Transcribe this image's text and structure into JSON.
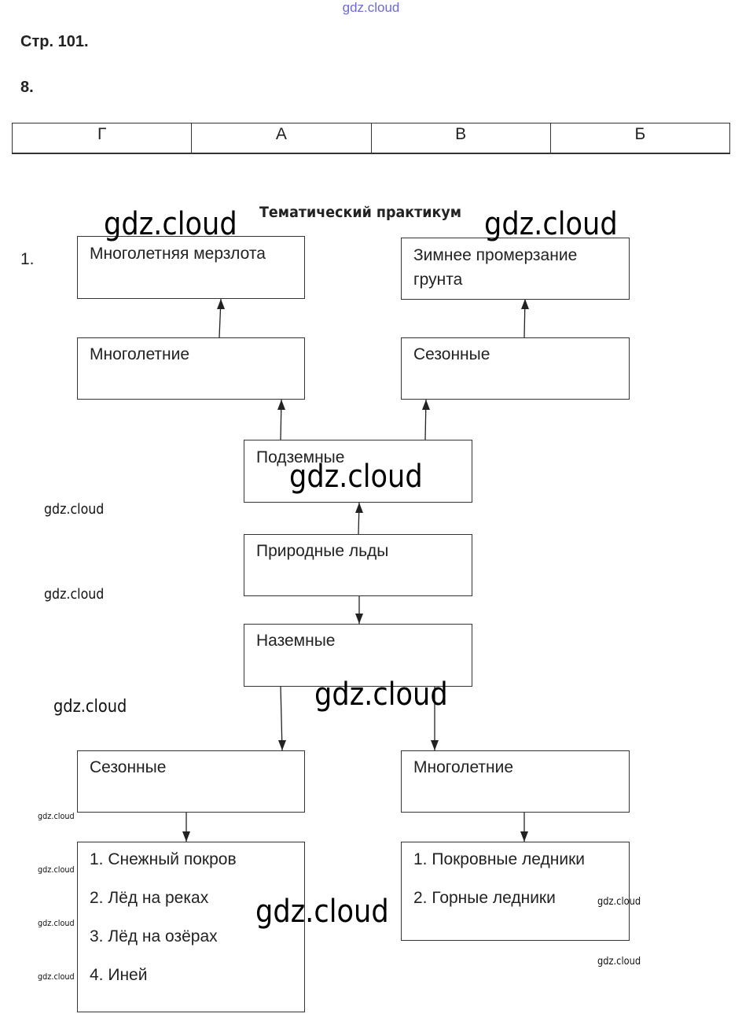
{
  "watermark_top": "gdz.cloud",
  "page_label": "Стр. 101.",
  "task8": {
    "number": "8.",
    "answers": [
      "Г",
      "А",
      "В",
      "Б"
    ]
  },
  "section_title": "Тематический практикум",
  "task1": {
    "number": "1.",
    "diagram": {
      "root": "Природные льды",
      "underground": "Подземные",
      "underground_perennial": "Многолетние",
      "underground_perennial_result": "Многолетняя мерзлота",
      "underground_seasonal": "Сезонные",
      "underground_seasonal_result": [
        "Зимнее промерзание",
        "грунта"
      ],
      "surface": "Наземные",
      "surface_seasonal": "Сезонные",
      "surface_seasonal_list": [
        "1. Снежный покров",
        "2. Лёд на реках",
        "3. Лёд на озёрах",
        "4. Иней"
      ],
      "surface_perennial": "Многолетние",
      "surface_perennial_list": [
        "1. Покровные ледники",
        "2. Горные ледники"
      ]
    }
  },
  "watermarks": {
    "big": "gdz.cloud",
    "mid": "gdz.cloud",
    "small": "gdz.cloud"
  }
}
